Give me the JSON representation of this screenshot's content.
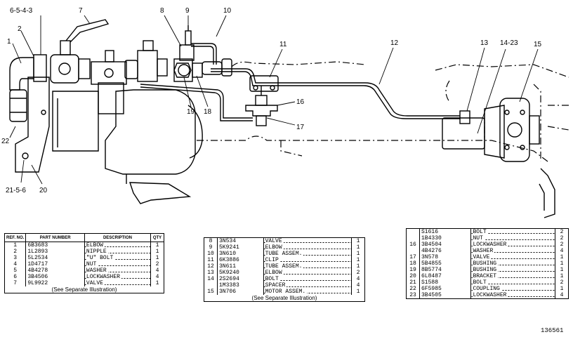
{
  "callouts": {
    "c1": "1",
    "c2": "2",
    "c3": "6-5-4-3",
    "c4": "7",
    "c5": "8",
    "c6": "9",
    "c7": "10",
    "c8": "11",
    "c9": "12",
    "c10": "13",
    "c11": "14-23",
    "c12": "15",
    "c13": "16",
    "c14": "17",
    "c15": "18",
    "c16": "19",
    "c17": "22",
    "c18": "21-5-6",
    "c19": "20"
  },
  "table1": {
    "headers": {
      "ref": "REF. NO.",
      "part": "PART NUMBER",
      "desc": "DESCRIPTION",
      "qty": "QTY"
    },
    "rows": [
      {
        "ref": "1",
        "part": "6B3683",
        "desc": "ELBOW",
        "qty": "1"
      },
      {
        "ref": "2",
        "part": "1L2893",
        "desc": "NIPPLE",
        "qty": "1"
      },
      {
        "ref": "3",
        "part": "5L2534",
        "desc": "\"U\" BOLT",
        "qty": "1"
      },
      {
        "ref": "4",
        "part": "1D4717",
        "desc": "NUT",
        "qty": "2"
      },
      {
        "ref": "5",
        "part": "4B4278",
        "desc": "WASHER",
        "qty": "4"
      },
      {
        "ref": "6",
        "part": "3B4506",
        "desc": "LOCKWASHER",
        "qty": "4"
      },
      {
        "ref": "7",
        "part": "9L9922",
        "desc": "VALVE",
        "qty": "1"
      }
    ],
    "note": "(See Separate Illustration)"
  },
  "table2": {
    "rows": [
      {
        "ref": "8",
        "part": "3N534",
        "desc": "VALVE",
        "qty": "1"
      },
      {
        "ref": "9",
        "part": "5K9241",
        "desc": "ELBOW",
        "qty": "1"
      },
      {
        "ref": "10",
        "part": "3N610",
        "desc": "TUBE ASSEM.",
        "qty": "1"
      },
      {
        "ref": "11",
        "part": "6K3886",
        "desc": "CLIP",
        "qty": "1"
      },
      {
        "ref": "12",
        "part": "3N611",
        "desc": "TUBE ASSEM.",
        "qty": "1"
      },
      {
        "ref": "13",
        "part": "5K9240",
        "desc": "ELBOW",
        "qty": "2"
      },
      {
        "ref": "14",
        "part": "2S2694",
        "desc": "BOLT",
        "qty": "4"
      },
      {
        "ref": "",
        "part": "1M3383",
        "desc": "SPACER",
        "qty": "4"
      },
      {
        "ref": "15",
        "part": "3N706",
        "desc": "MOTOR ASSEM.",
        "qty": "1"
      }
    ],
    "note": "(See Separate Illustration)"
  },
  "table3": {
    "rows": [
      {
        "ref": "",
        "part": "S1616",
        "desc": "BOLT",
        "qty": "2"
      },
      {
        "ref": "",
        "part": "1B4330",
        "desc": "NUT",
        "qty": "2"
      },
      {
        "ref": "16",
        "part": "3B4504",
        "desc": "LOCKWASHER",
        "qty": "2"
      },
      {
        "ref": "",
        "part": "4B4276",
        "desc": "WASHER",
        "qty": "4"
      },
      {
        "ref": "17",
        "part": "3N578",
        "desc": "VALVE",
        "qty": "1"
      },
      {
        "ref": "18",
        "part": "5B4855",
        "desc": "BUSHING",
        "qty": "1"
      },
      {
        "ref": "19",
        "part": "8B5774",
        "desc": "BUSHING",
        "qty": "1"
      },
      {
        "ref": "20",
        "part": "6L8487",
        "desc": "BRACKET",
        "qty": "1"
      },
      {
        "ref": "21",
        "part": "S1588",
        "desc": "BOLT",
        "qty": "2"
      },
      {
        "ref": "22",
        "part": "6F5985",
        "desc": "COUPLING",
        "qty": "1"
      },
      {
        "ref": "23",
        "part": "3B4505",
        "desc": "LOCKWASHER",
        "qty": "4"
      }
    ]
  },
  "figure_number": "136561"
}
